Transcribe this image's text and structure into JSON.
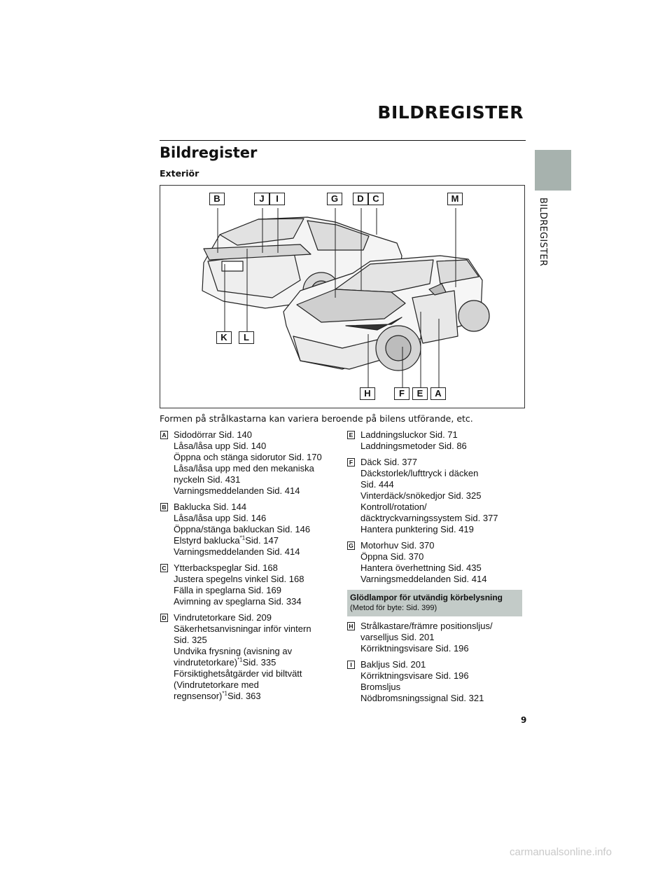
{
  "header": {
    "title": "BILDREGISTER",
    "side_label": "BILDREGISTER"
  },
  "page": {
    "title": "Bildregister",
    "section": "Exteriör",
    "number": "9"
  },
  "figure": {
    "callouts": [
      "B",
      "J",
      "I",
      "G",
      "D",
      "C",
      "M",
      "K",
      "L",
      "H",
      "F",
      "E",
      "A"
    ]
  },
  "caption": "Formen på strålkastarna kan variera beroende på bilens utförande, etc.",
  "left_entries": [
    {
      "letter": "A",
      "lines": [
        "Sidodörrar Sid. 140",
        "Låsa/låsa upp Sid. 140",
        "Öppna och stänga sidorutor Sid. 170",
        "Låsa/låsa upp med den mekaniska",
        "nyckeln Sid. 431",
        "Varningsmeddelanden Sid. 414"
      ]
    },
    {
      "letter": "B",
      "lines": [
        "Baklucka Sid. 144",
        "Låsa/låsa upp Sid. 146",
        "Öppna/stänga bakluckan Sid. 146"
      ],
      "sup_line": {
        "before": "Elstyrd baklucka",
        "sup": "*1",
        "after": "Sid. 147"
      },
      "tail": [
        "Varningsmeddelanden Sid. 414"
      ]
    },
    {
      "letter": "C",
      "lines": [
        "Ytterbackspeglar Sid. 168",
        "Justera spegelns vinkel Sid. 168",
        "Fälla in speglarna Sid. 169",
        "Avimning av speglarna Sid. 334"
      ]
    },
    {
      "letter": "D",
      "lines": [
        "Vindrutetorkare Sid. 209",
        "Säkerhetsanvisningar inför vintern",
        "Sid. 325",
        "Undvika frysning (avisning av"
      ],
      "sup_line": {
        "before": "vindrutetorkare)",
        "sup": "*1",
        "after": "Sid. 335"
      },
      "tail": [
        "Försiktighetsåtgärder vid biltvätt",
        "(Vindrutetorkare med"
      ],
      "sup_line2": {
        "before": "regnsensor)",
        "sup": "*1",
        "after": "Sid. 363"
      }
    }
  ],
  "right_entries": [
    {
      "letter": "E",
      "lines": [
        "Laddningsluckor Sid. 71",
        "Laddningsmetoder Sid. 86"
      ]
    },
    {
      "letter": "F",
      "lines": [
        "Däck Sid. 377",
        "Däckstorlek/lufttryck i däcken",
        "Sid. 444",
        "Vinterdäck/snökedjor Sid. 325",
        "Kontroll/rotation/",
        "däcktryckvarningssystem Sid. 377",
        "Hantera punktering Sid. 419"
      ]
    },
    {
      "letter": "G",
      "lines": [
        "Motorhuv Sid. 370",
        "Öppna Sid. 370",
        "Hantera överhettning Sid. 435",
        "Varningsmeddelanden Sid. 414"
      ]
    }
  ],
  "info_box": {
    "title": "Glödlampor för utvändig körbelysning",
    "subtitle": "(Metod för byte: Sid. 399)"
  },
  "right_entries_after": [
    {
      "letter": "H",
      "lines": [
        "Strålkastare/främre positionsljus/",
        "varselljus Sid. 201",
        "Körriktningsvisare Sid. 196"
      ]
    },
    {
      "letter": "I",
      "lines": [
        "Bakljus Sid. 201",
        "Körriktningsvisare Sid. 196",
        "Bromsljus",
        "Nödbromsningssignal Sid. 321"
      ]
    }
  ],
  "watermark": "carmanualsonline.info"
}
